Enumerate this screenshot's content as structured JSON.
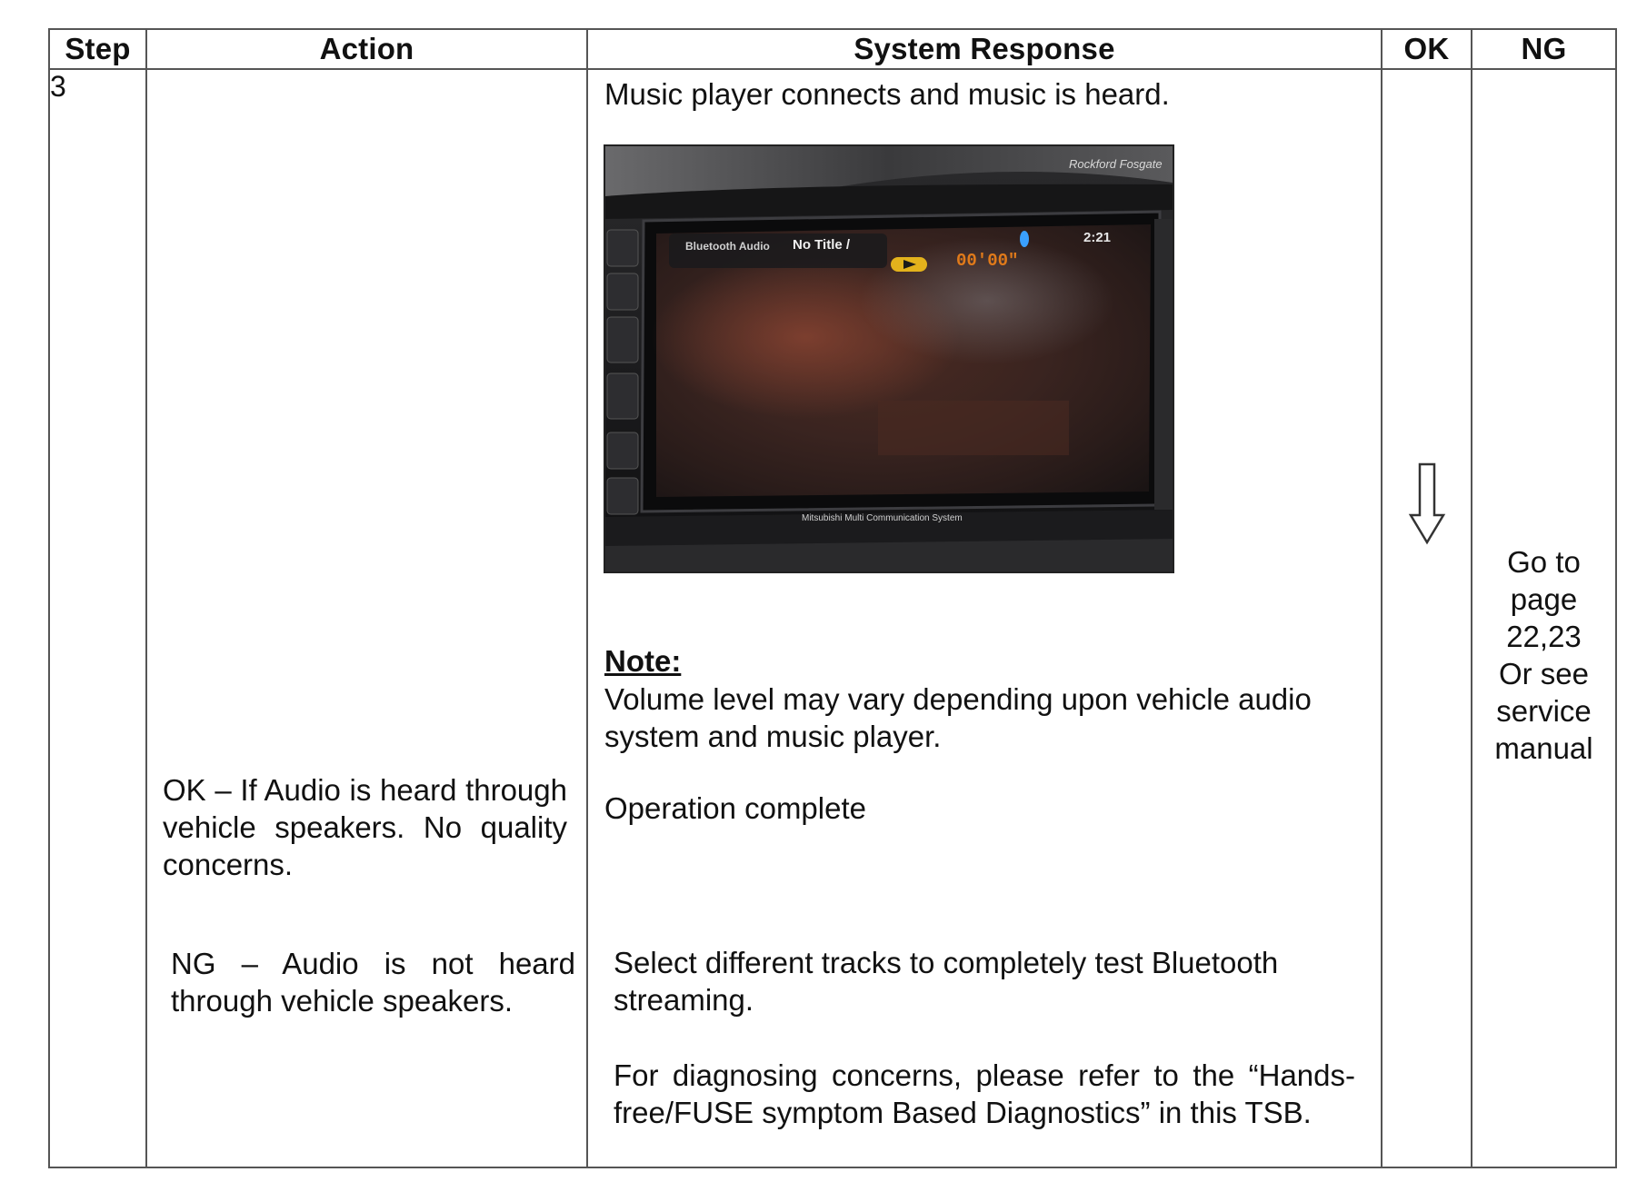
{
  "headers": {
    "step": "Step",
    "action": "Action",
    "system_response": "System Response",
    "ok": "OK",
    "ng": "NG"
  },
  "row": {
    "step": "3",
    "action": {
      "ok_text": "OK – If Audio is heard through vehicle speakers. No quality concerns.",
      "ng_text": "NG – Audio is not heard through vehicle speakers."
    },
    "response": {
      "first_line": "Music player connects and music is heard.",
      "note_title": "Note:",
      "note_text": "Volume level may vary depending upon vehicle audio system and music player.",
      "operation_complete": "Operation complete",
      "select_tracks": "Select different tracks to completely test Bluetooth streaming.",
      "diagnosing": "For diagnosing concerns, please refer to the “Hands-free/FUSE symptom Based Diagnostics” in this TSB."
    },
    "photo": {
      "brand": "Rockford Fosgate",
      "source_label": "Bluetooth Audio",
      "title": "No Title /",
      "elapsed": "00'00\"",
      "clock": "2:21",
      "bezel_caption": "Mitsubishi Multi Communication System"
    },
    "ok_icon": "down-arrow-icon",
    "ng_lines": [
      "Go to",
      "page",
      "22,23",
      "Or see",
      "service",
      "manual"
    ]
  },
  "colors": {
    "border": "#555555",
    "text": "#111111",
    "play_badge": "#e3b21c",
    "elapsed_text": "#e07a1a"
  }
}
